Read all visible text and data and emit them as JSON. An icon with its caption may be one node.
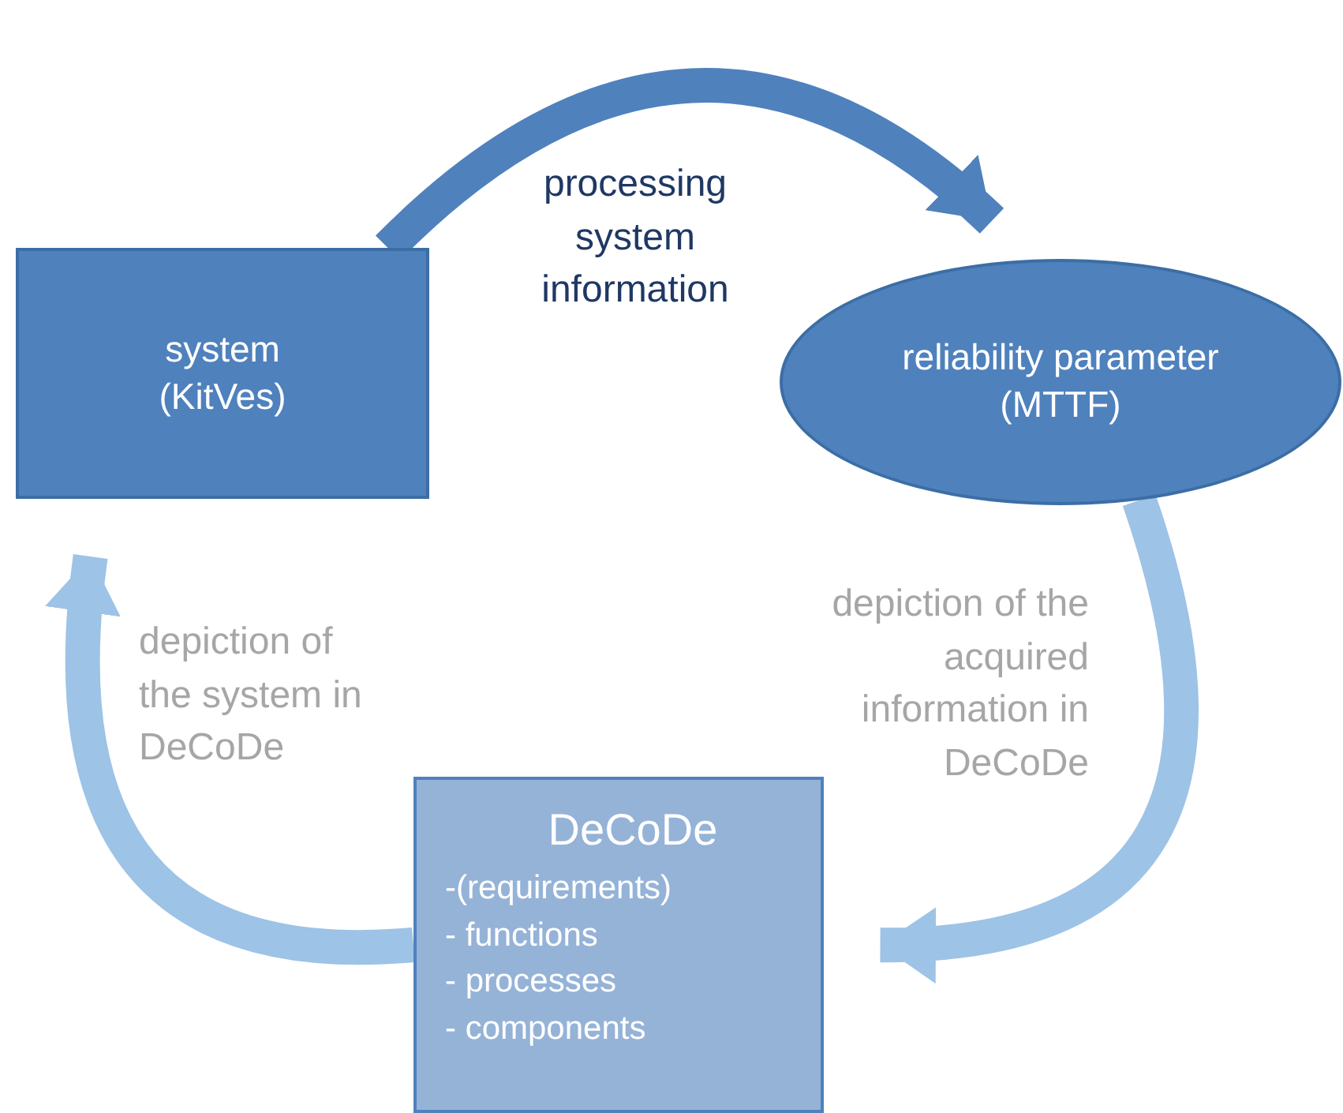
{
  "diagram": {
    "nodes": [
      {
        "text": [
          "system (KitVes)"
        ]
      },
      {
        "text": [
          "reliability parameter (MTTF)"
        ]
      },
      {
        "text": [
          "DeCoDe",
          "-(requirements)",
          "- functions",
          "- processes",
          "- components"
        ]
      }
    ],
    "edges": [
      {
        "from": 0,
        "to": 1,
        "arrow": "to",
        "label": "processing system information",
        "color": "#4f81bd"
      },
      {
        "from": 1,
        "to": 2,
        "arrow": "to",
        "label": "depiction of the acquired information in DeCoDe"
      },
      {
        "from": 2,
        "to": 0,
        "arrow": "to",
        "label": "depiction of the system in DeCoDe"
      }
    ]
  }
}
